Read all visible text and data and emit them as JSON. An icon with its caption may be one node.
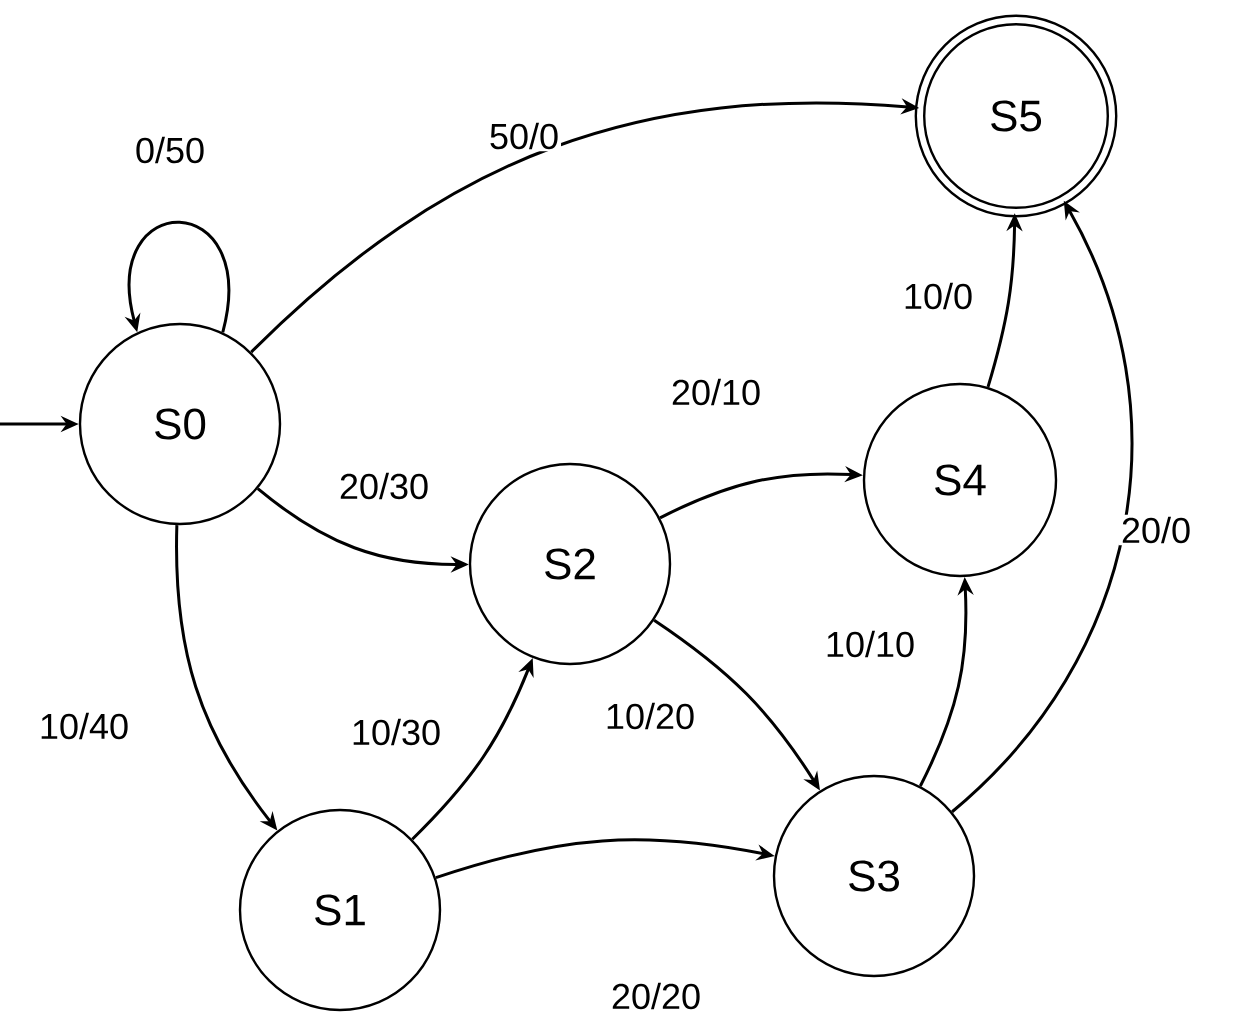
{
  "diagram": {
    "nodes": [
      {
        "text": [
          "S0"
        ]
      },
      {
        "text": [
          "S1"
        ]
      },
      {
        "text": [
          "S2"
        ]
      },
      {
        "text": [
          "S3"
        ]
      },
      {
        "text": [
          "S4"
        ]
      },
      {
        "text": [
          "S5"
        ]
      }
    ],
    "edges": [
      {
        "from": null,
        "to": 0,
        "arrow": "to"
      },
      {
        "from": 0,
        "to": 0,
        "arrow": "to",
        "label": "0/50"
      },
      {
        "from": 0,
        "to": 5,
        "arrow": "to",
        "label": "50/0"
      },
      {
        "from": 0,
        "to": 2,
        "arrow": "to",
        "label": "20/30"
      },
      {
        "from": 0,
        "to": 1,
        "arrow": "to",
        "label": "10/40"
      },
      {
        "from": 1,
        "to": 2,
        "arrow": "to",
        "label": "10/30"
      },
      {
        "from": 1,
        "to": 3,
        "arrow": "to",
        "label": "20/20"
      },
      {
        "from": 2,
        "to": 4,
        "arrow": "to",
        "label": "20/10"
      },
      {
        "from": 2,
        "to": 3,
        "arrow": "to",
        "label": "10/20"
      },
      {
        "from": 3,
        "to": 4,
        "arrow": "to",
        "label": "10/10"
      },
      {
        "from": 4,
        "to": 5,
        "arrow": "to",
        "label": "10/0"
      },
      {
        "from": 3,
        "to": 5,
        "arrow": "to",
        "label": "20/0"
      }
    ]
  }
}
